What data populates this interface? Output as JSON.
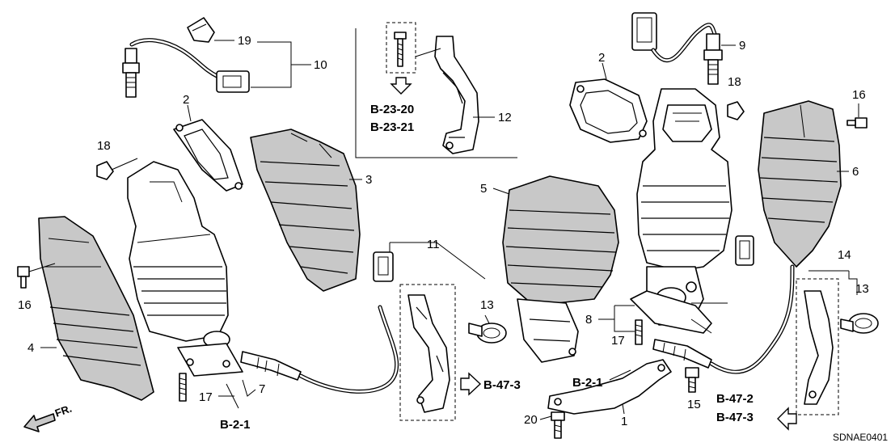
{
  "diagram_code": "SDNAE0401",
  "direction_label": "FR.",
  "references": {
    "ref_b_23_20": "B-23-20",
    "ref_b_23_21": "B-23-21",
    "ref_b_2_1_left": "B-2-1",
    "ref_b_2_1_right": "B-2-1",
    "ref_b_47_3_mid": "B-47-3",
    "ref_b_47_2": "B-47-2",
    "ref_b_47_3_right": "B-47-3"
  },
  "callouts": {
    "c1": "1",
    "c2_left": "2",
    "c2_right": "2",
    "c3": "3",
    "c4": "4",
    "c5": "5",
    "c6": "6",
    "c7": "7",
    "c8": "8",
    "c9": "9",
    "c10": "10",
    "c11": "11",
    "c12": "12",
    "c13_mid": "13",
    "c13_right": "13",
    "c14": "14",
    "c15": "15",
    "c16_left": "16",
    "c16_right": "16",
    "c17_left": "17",
    "c17_right": "17",
    "c18_left": "18",
    "c18_right": "18",
    "c19": "19",
    "c20": "20"
  }
}
